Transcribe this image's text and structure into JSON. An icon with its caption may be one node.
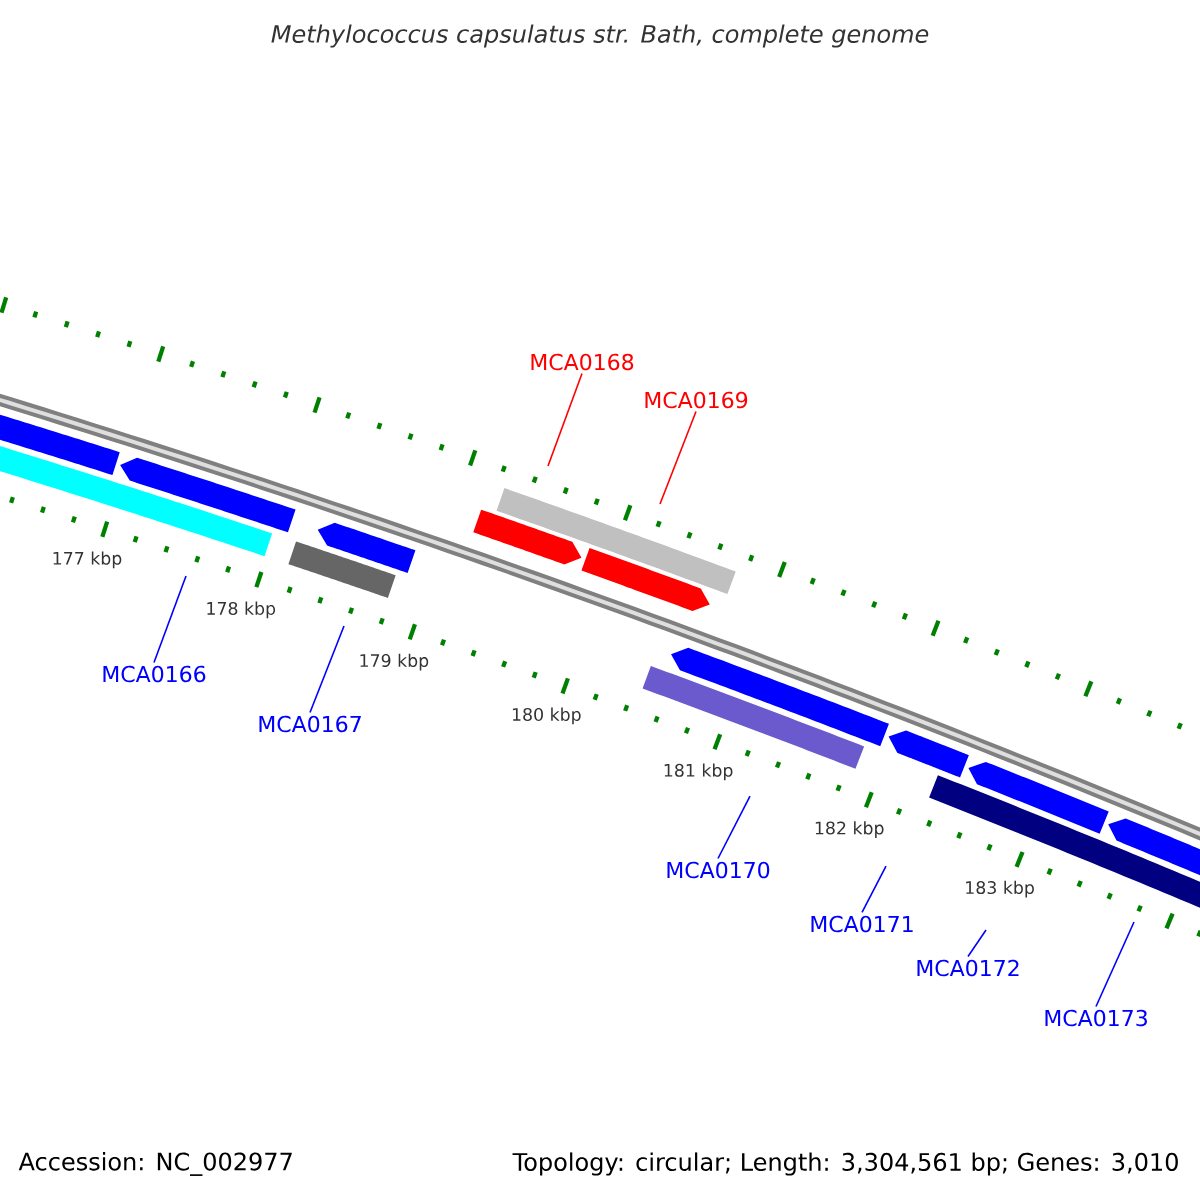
{
  "diagram": {
    "title": "Methylococcus capsulatus str. Bath, complete genome",
    "nodes": [
      {
        "text": [
          "MCA0168"
        ]
      },
      {
        "text": [
          "MCA0169"
        ]
      },
      {
        "text": [
          "MCA0166"
        ]
      },
      {
        "text": [
          "MCA0167"
        ]
      },
      {
        "text": [
          "MCA0170"
        ]
      },
      {
        "text": [
          "MCA0171"
        ]
      },
      {
        "text": [
          "MCA0172"
        ]
      },
      {
        "text": [
          "MCA0173"
        ]
      }
    ],
    "edges": [
      {
        "from": 0,
        "to": null,
        "arrow": "none",
        "color": "#ff0000"
      },
      {
        "from": 1,
        "to": null,
        "arrow": "none",
        "color": "#ff0000"
      },
      {
        "from": 2,
        "to": null,
        "arrow": "none"
      },
      {
        "from": 3,
        "to": null,
        "arrow": "none"
      },
      {
        "from": 4,
        "to": null,
        "arrow": "none"
      },
      {
        "from": 5,
        "to": null,
        "arrow": "none"
      },
      {
        "from": 6,
        "to": null,
        "arrow": "none"
      },
      {
        "from": 7,
        "to": null,
        "arrow": "none"
      }
    ],
    "labels": [
      "177 kbp",
      "178 kbp",
      "179 kbp",
      "180 kbp",
      "181 kbp",
      "182 kbp",
      "183 kbp",
      "Accession: NC_002977",
      "Topology: circular; Length: 3,304,561 bp; Genes: 3,010"
    ]
  }
}
